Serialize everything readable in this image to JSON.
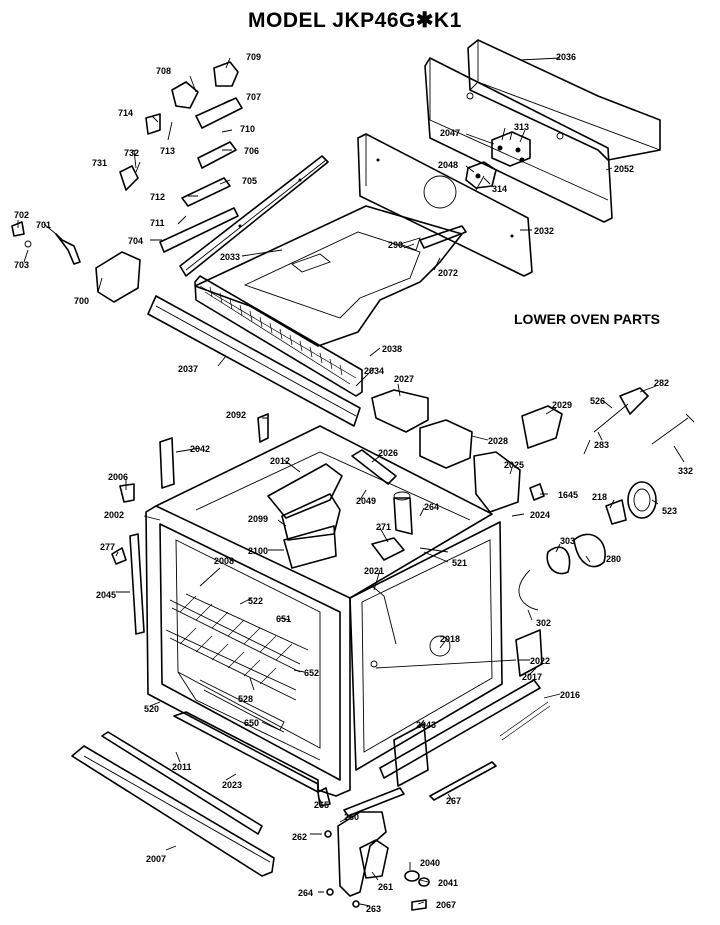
{
  "title": "MODEL JKP46G✱K1",
  "subtitle": "LOWER OVEN PARTS",
  "labels": {
    "l2036": "2036",
    "l2052": "2052",
    "l2047": "2047",
    "l313": "313",
    "l2048": "2048",
    "l314": "314",
    "l2032": "2032",
    "l2072": "2072",
    "l290": "290",
    "l2033": "2033",
    "l2038": "2038",
    "l2034": "2034",
    "l2037": "2037",
    "l708": "708",
    "l709": "709",
    "l714": "714",
    "l707": "707",
    "l713": "713",
    "l710": "710",
    "l706": "706",
    "l731": "731",
    "l732": "732",
    "l712": "712",
    "l705": "705",
    "l711": "711",
    "l702": "702",
    "l701": "701",
    "l703": "703",
    "l704": "704",
    "l700": "700",
    "l2027": "2027",
    "l2029": "2029",
    "l526": "526",
    "l282": "282",
    "l2092": "2092",
    "l2042": "2042",
    "l2028": "2028",
    "l283": "283",
    "l332": "332",
    "l2012": "2012",
    "l2026": "2026",
    "l2025": "2025",
    "l2006": "2006",
    "l1645": "1645",
    "l218": "218",
    "l523": "523",
    "l2049": "2049",
    "l264": "264",
    "l2002": "2002",
    "l2099": "2099",
    "l2024": "2024",
    "l271": "271",
    "l277": "277",
    "l2100": "2100",
    "l303": "303",
    "l2008": "2008",
    "l521": "521",
    "l280": "280",
    "l2021": "2021",
    "l2045": "2045",
    "l522": "522",
    "l302": "302",
    "l651": "651",
    "l2018": "2018",
    "l652": "652",
    "l2022": "2022",
    "l2017": "2017",
    "l528": "528",
    "l2016": "2016",
    "l520": "520",
    "l650": "650",
    "l2043": "2043",
    "l2011": "2011",
    "l2023": "2023",
    "l267": "267",
    "l265": "265",
    "l260": "260",
    "l262": "262",
    "l2007": "2007",
    "l2040": "2040",
    "l261": "261",
    "l2041": "2041",
    "l264b": "264",
    "l263": "263",
    "l2067": "2067"
  }
}
